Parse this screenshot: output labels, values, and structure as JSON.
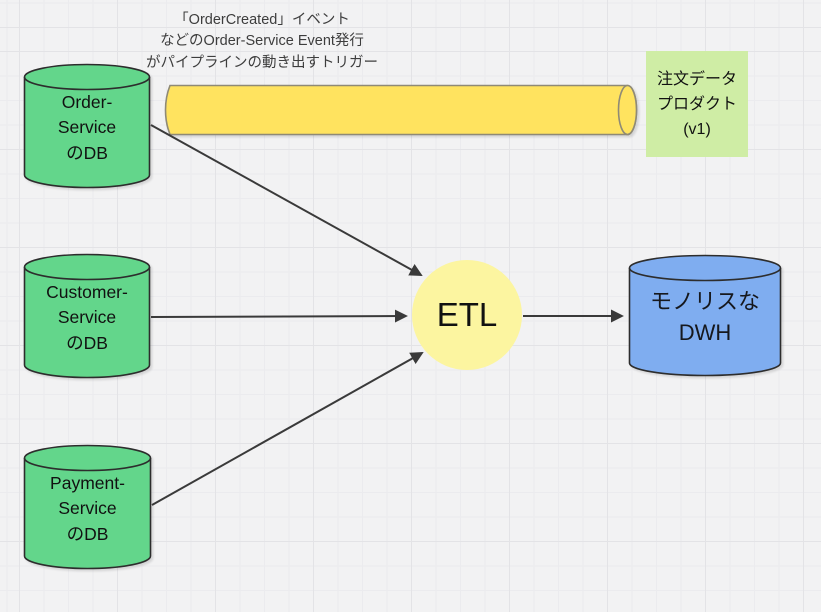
{
  "canvas": {
    "background": "#f2f2f3",
    "grid_minor_color": "#ebebee",
    "grid_major_color": "#e3e3e6"
  },
  "annotation": {
    "lines": [
      "「OrderCreated」イベント",
      "などのOrder-Service Event発行",
      "がパイプラインの動き出すトリガー"
    ],
    "color": "#3d3d3d"
  },
  "pipeline": {
    "fill": "#ffe35f",
    "stroke": "#8f8a76"
  },
  "sticky_note": {
    "lines": [
      "注文データ",
      "プロダクト",
      "(v1)"
    ],
    "fill": "#cfeda5",
    "text_color": "#111111"
  },
  "databases": [
    {
      "id": "order-service-db",
      "lines": [
        "Order-",
        "Service",
        "のDB"
      ]
    },
    {
      "id": "customer-service-db",
      "lines": [
        "Customer-",
        "Service",
        "のDB"
      ]
    },
    {
      "id": "payment-service-db",
      "lines": [
        "Payment-",
        "Service",
        "のDB"
      ]
    }
  ],
  "db_style": {
    "fill": "#63d68b",
    "stroke": "#2d2d2d",
    "text_color": "#111111"
  },
  "etl": {
    "label": "ETL",
    "fill": "#fcf5a0",
    "text_color": "#111111"
  },
  "dwh": {
    "lines": [
      "モノリスな",
      "DWH"
    ],
    "fill": "#7fadf0",
    "stroke": "#2d2d2d",
    "text_color": "#16181d"
  },
  "arrows": {
    "color": "#3a3a3a",
    "count": 4
  }
}
